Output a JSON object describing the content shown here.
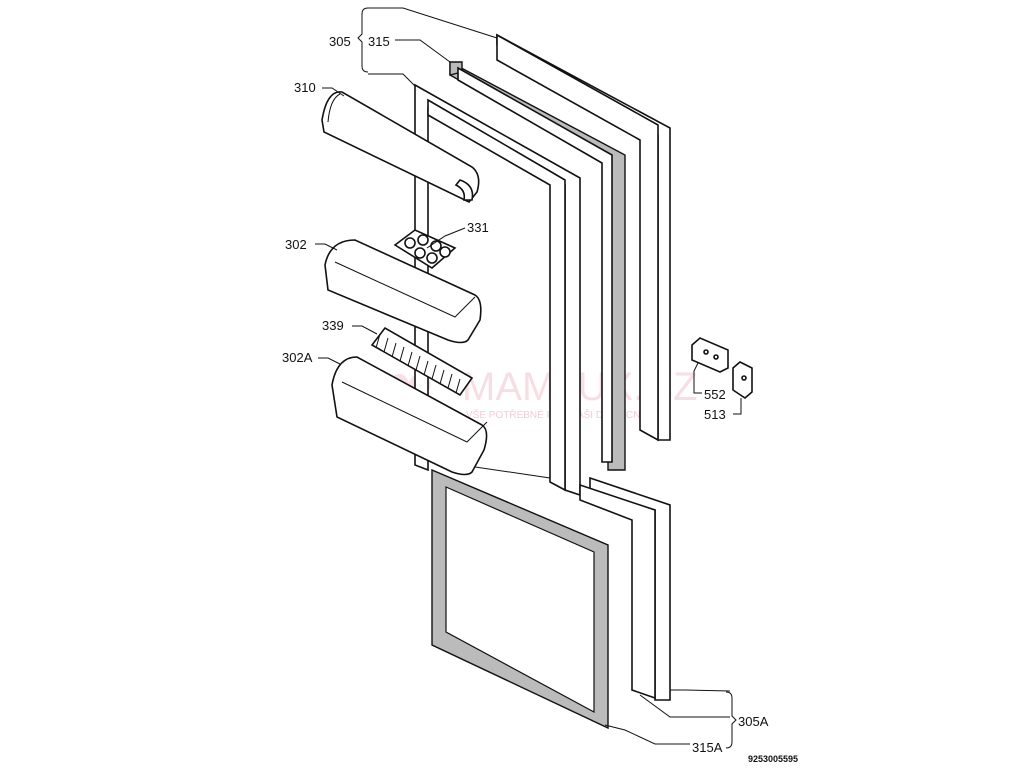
{
  "labels": {
    "door_panel": "305",
    "gasket": "315",
    "butter_cover": "310",
    "egg_tray": "331",
    "door_shelf": "302",
    "bottle_retainer": "339",
    "door_shelf_lower": "302A",
    "hinge_cover": "552",
    "hinge_bracket": "513",
    "freezer_door_panel": "305A",
    "freezer_gasket": "315A"
  },
  "drawing_number": "9253005595",
  "watermark": {
    "brand": "MAMLUX.CZ",
    "tagline": "VŠE POTŘEBNÉ PRO VAŠI DOMÁCNOST"
  }
}
